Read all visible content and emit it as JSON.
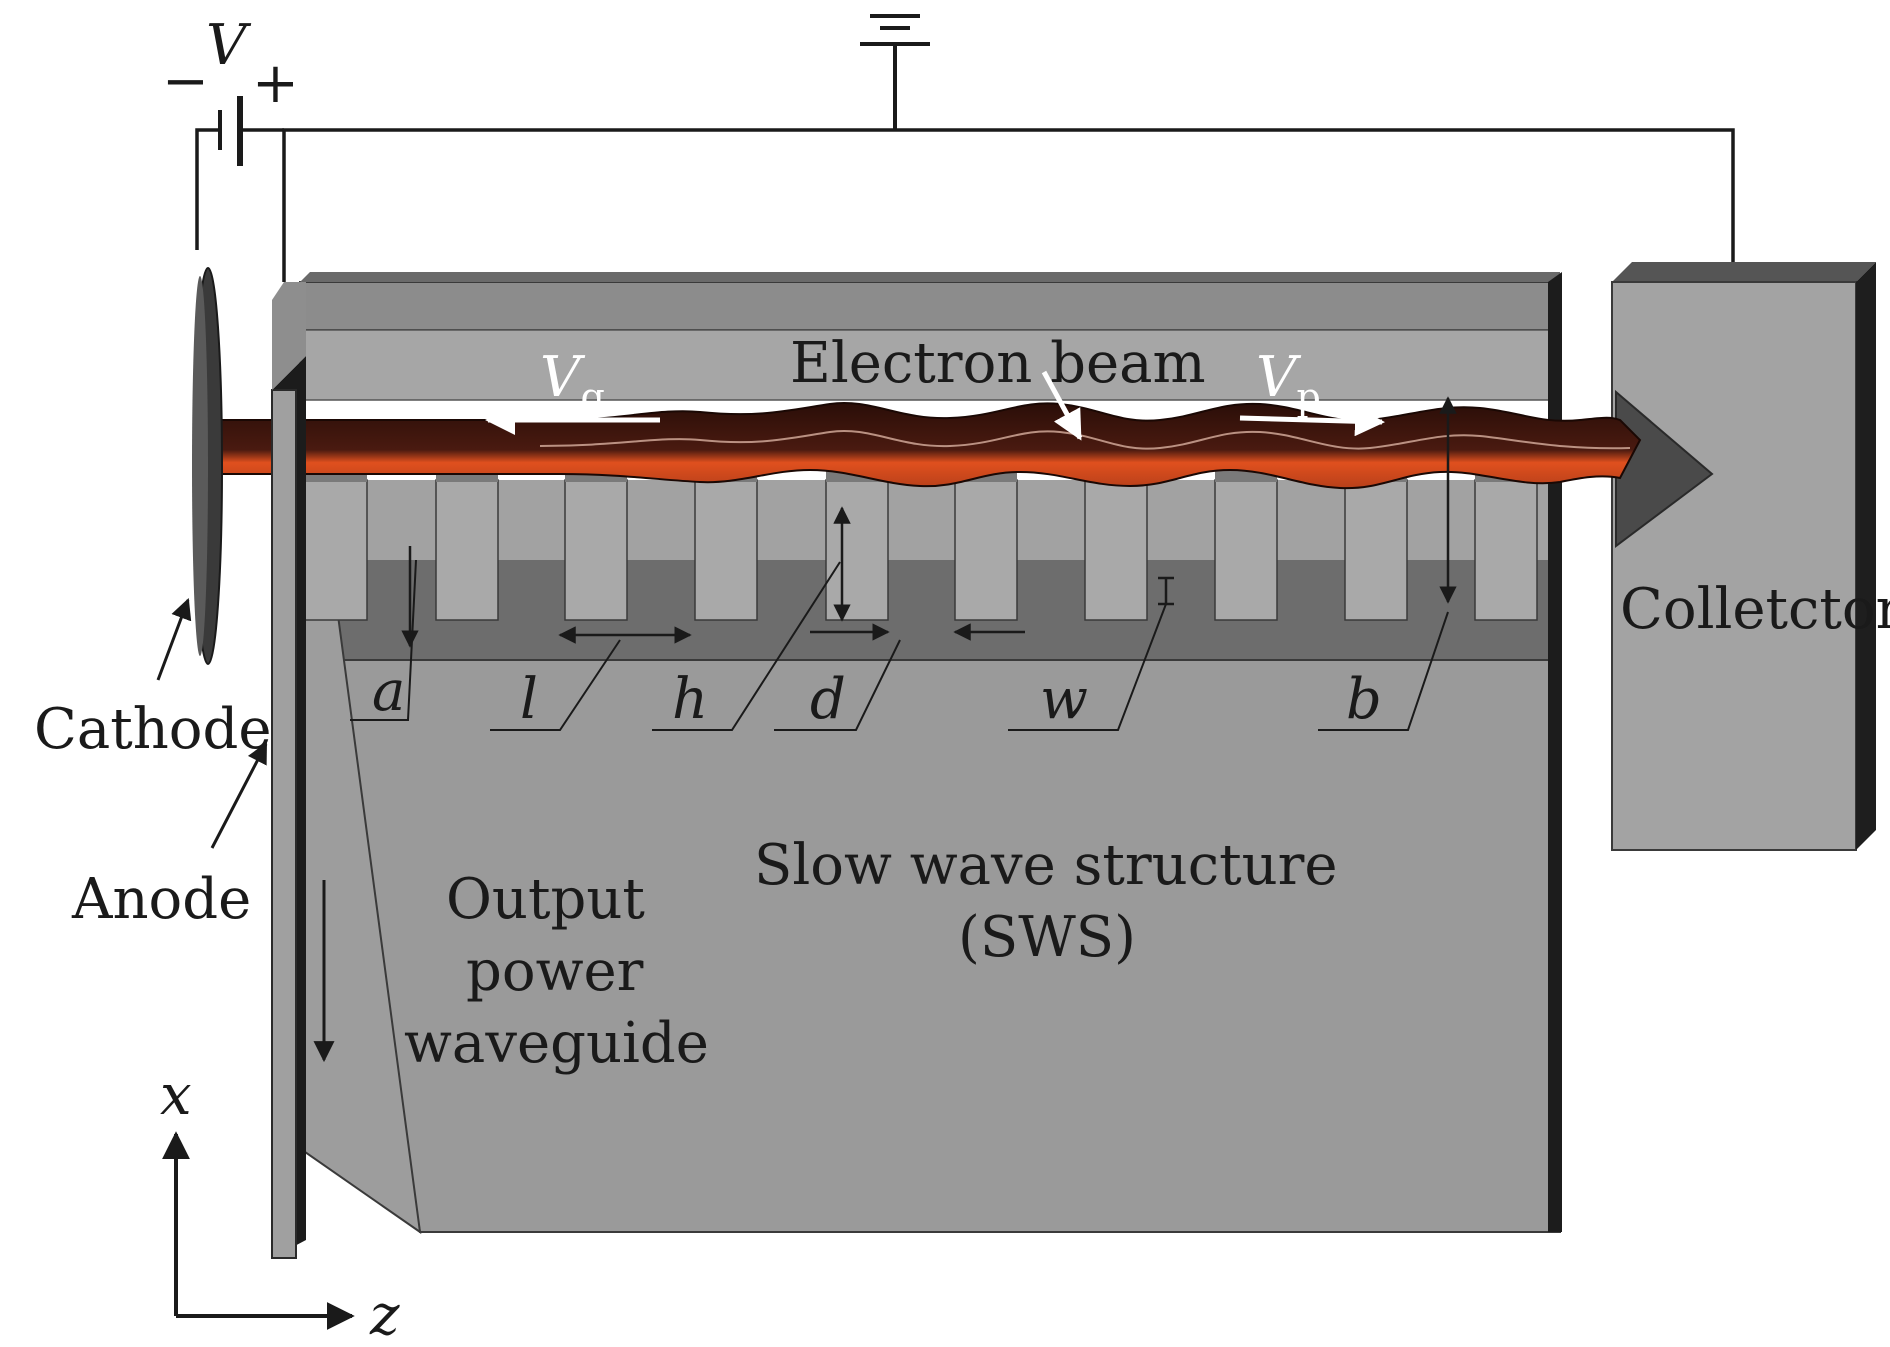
{
  "circuit": {
    "voltage_symbol": "V",
    "minus_sign": "−",
    "plus_sign": "+"
  },
  "labels": {
    "electron_beam": "Electron beam",
    "group_velocity_main": "V",
    "group_velocity_sub": "g",
    "phase_velocity_main": "V",
    "phase_velocity_sub": "p",
    "collector": "Colletctor",
    "cathode": "Cathode",
    "anode": "Anode",
    "sws_line1": "Slow wave structure",
    "sws_line2": "(SWS)",
    "waveguide_line1": "Output",
    "waveguide_line2": "power",
    "waveguide_line3": "waveguide"
  },
  "dimensions": {
    "a": "a",
    "l": "l",
    "h": "h",
    "d": "d",
    "w": "w",
    "b": "b"
  },
  "axes": {
    "x": "x",
    "z": "z"
  },
  "colors": {
    "body_gray": "#9a9a9a",
    "dark_gray": "#6e6e6e",
    "top_gray": "#8a8a8a",
    "beam_orange": "#e0501e",
    "beam_dark": "#3a140c",
    "black_edge": "#1c1c1c"
  }
}
